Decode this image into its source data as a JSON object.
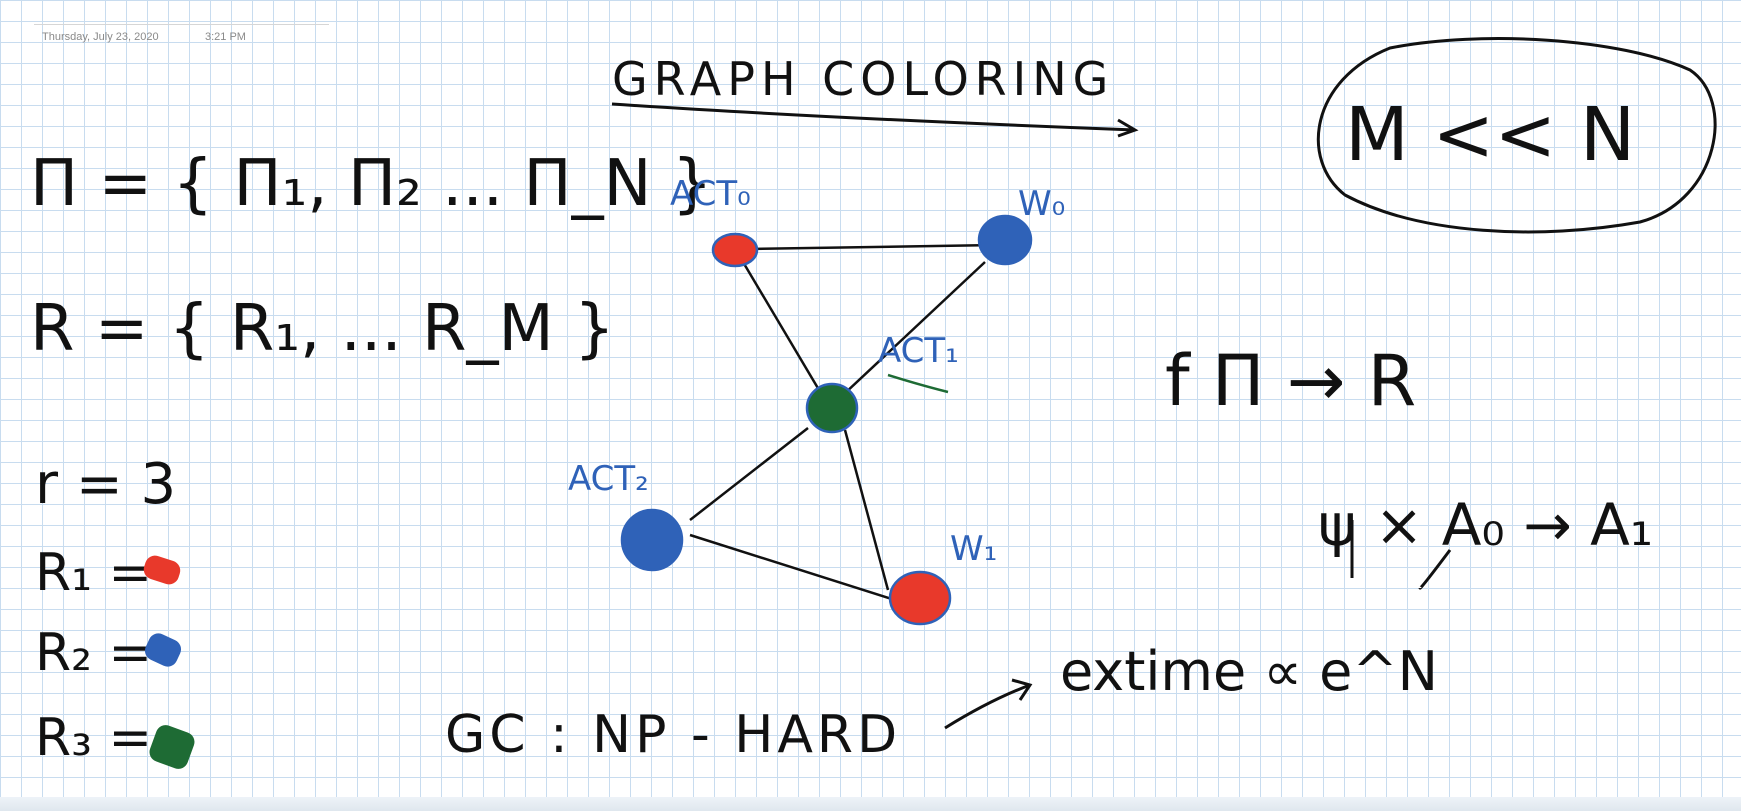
{
  "page_meta": {
    "date": "Thursday, July 23, 2020",
    "time": "3:21 PM"
  },
  "notes": {
    "title": "GRAPH COLORING",
    "boxed_note": "M << N",
    "set_pi": "Π = { Π₁, Π₂ ... Π_N }",
    "set_r": "R = { R₁, ... R_M }",
    "r_count": "r = 3",
    "r1": "R₁ =",
    "r2": "R₂ =",
    "r3": "R₃ =",
    "mapping": "f Π → R",
    "psi_line": "ψ × A₀ → A₁",
    "exp_time": "extime ∝ e^N",
    "np_hard": "GC : NP - HARD"
  },
  "graph": {
    "nodes": [
      {
        "label": "ACT₀",
        "color": "#e8392b"
      },
      {
        "label": "W₀",
        "color": "#2f62b8"
      },
      {
        "label": "ACT₁",
        "color": "#1e6b34"
      },
      {
        "label": "ACT₂",
        "color": "#2f62b8"
      },
      {
        "label": "W₁",
        "color": "#e8392b"
      }
    ]
  },
  "colors": {
    "ink": "#111111",
    "blue_ink": "#2f62b8",
    "red": "#e8392b",
    "blue": "#2f62b8",
    "green": "#1e6b34",
    "grid": "#c8dcef"
  }
}
